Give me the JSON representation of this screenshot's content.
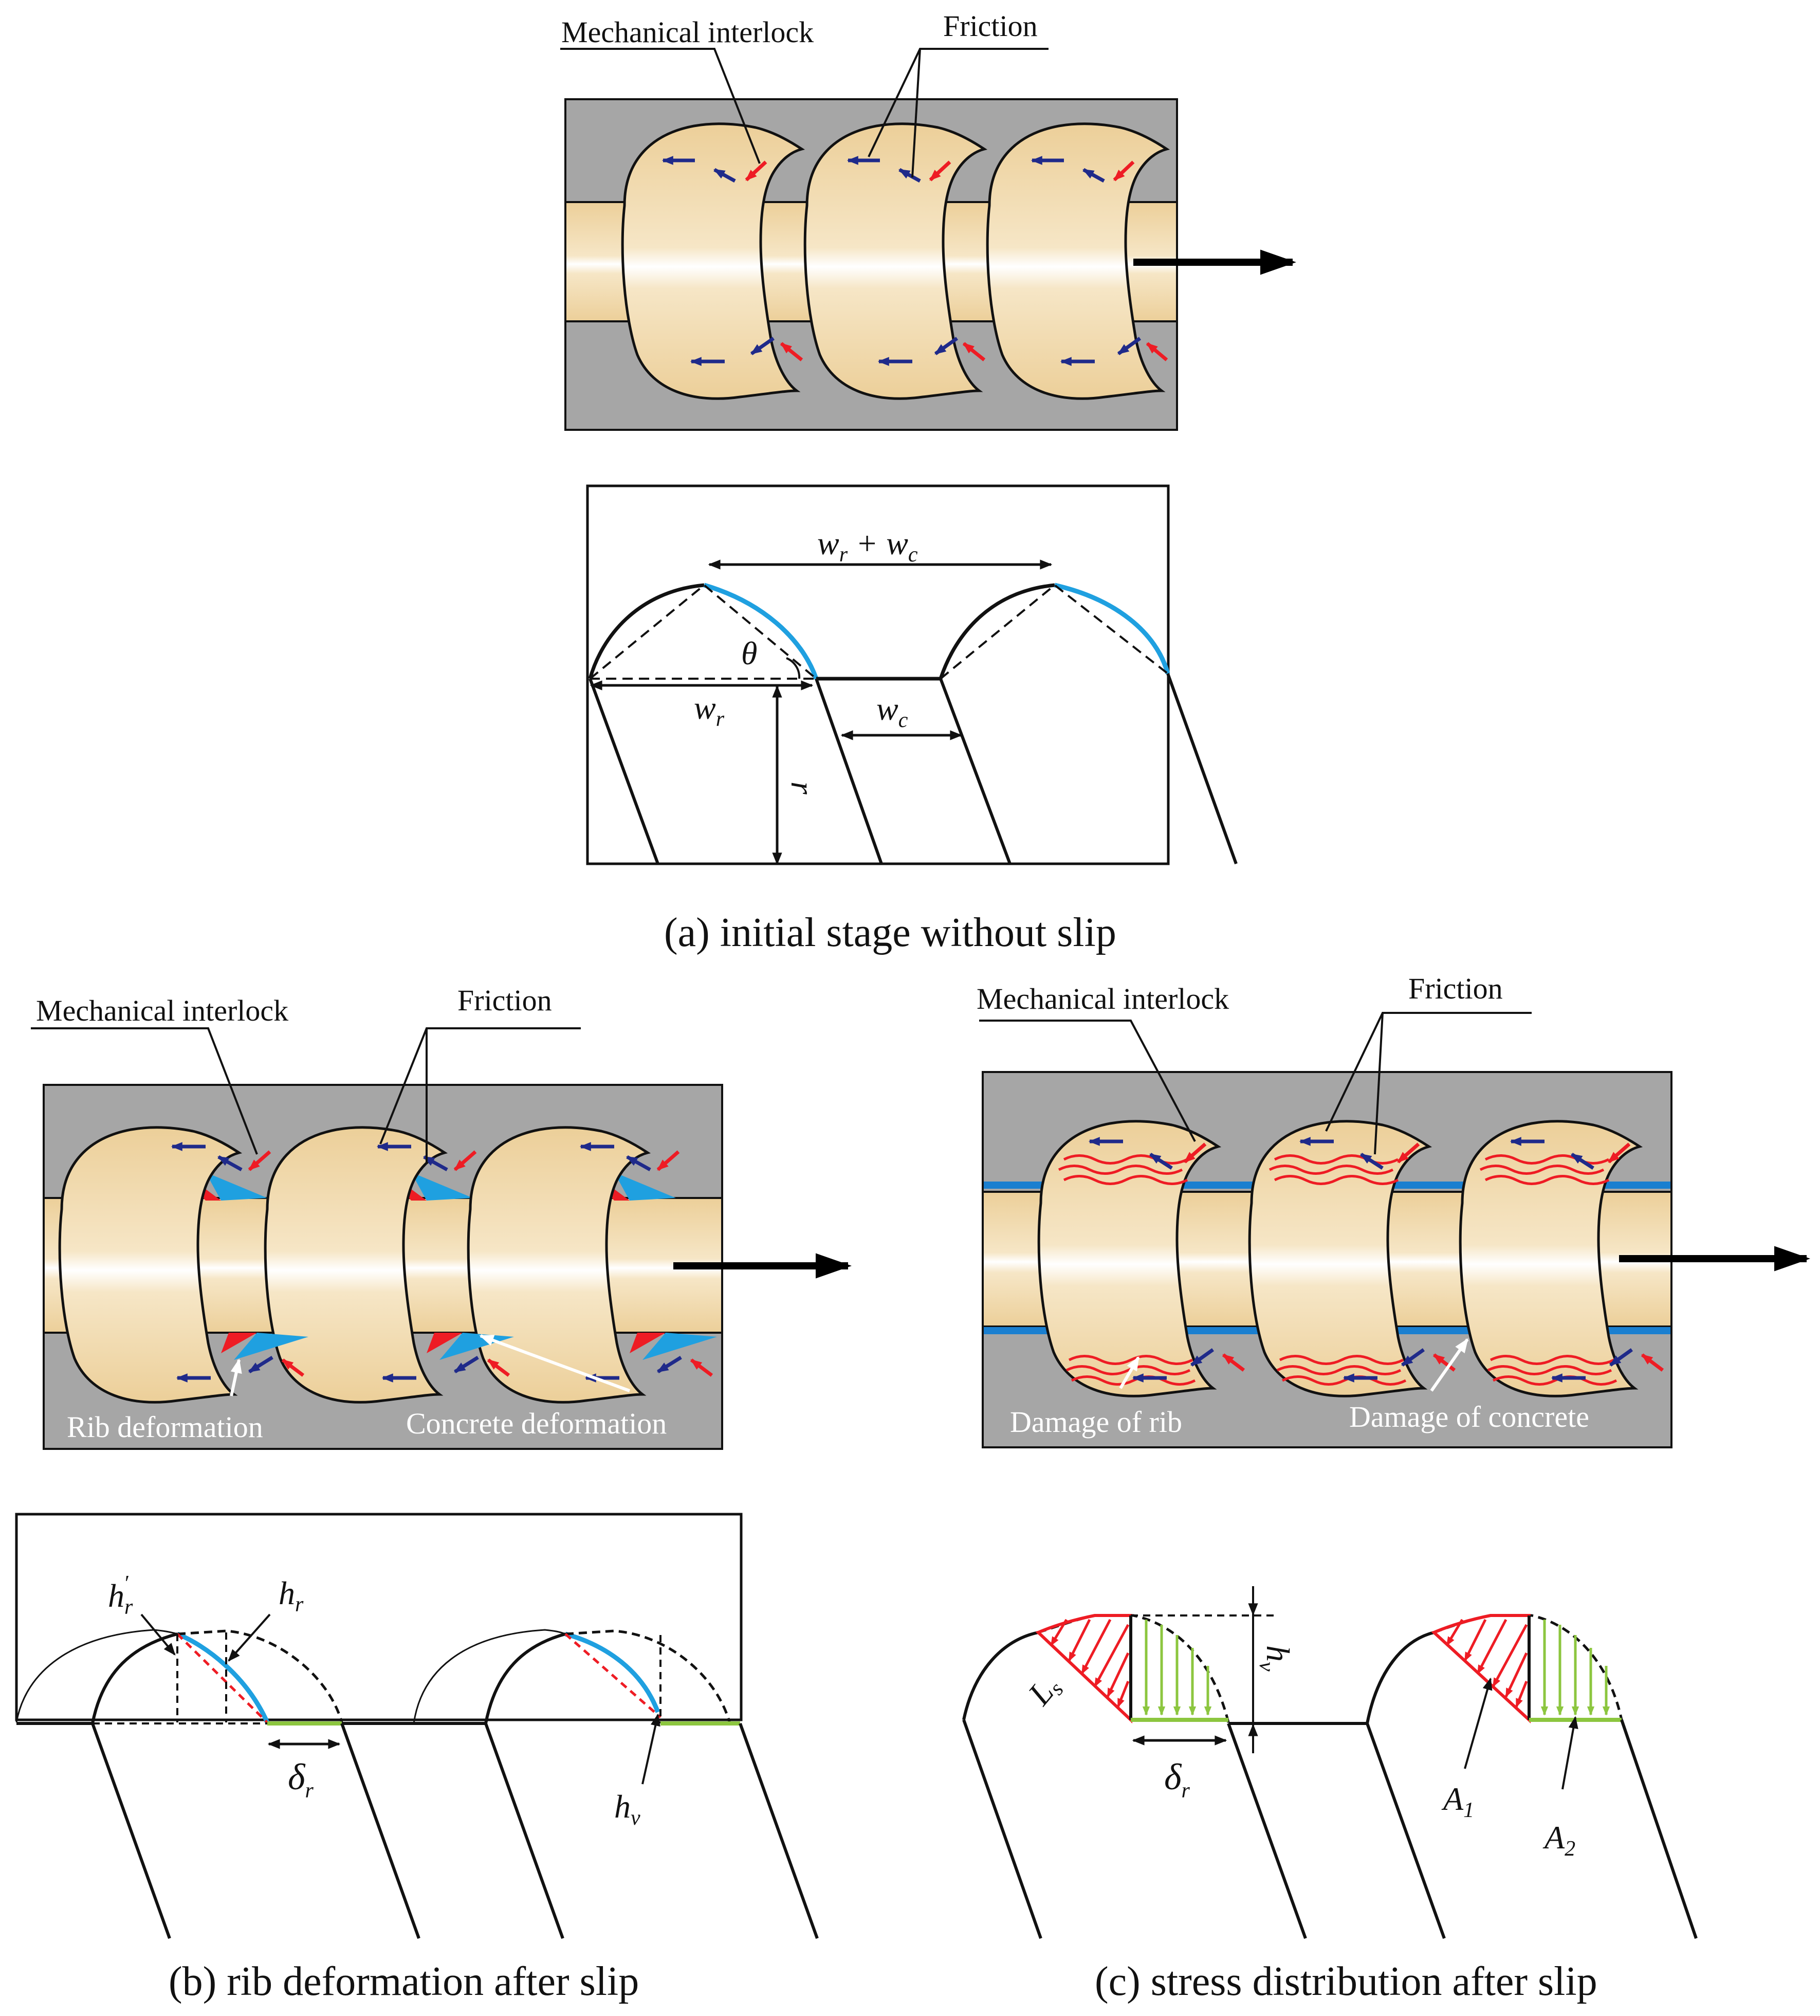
{
  "panel_a": {
    "labels": {
      "mechanical_interlock": "Mechanical interlock",
      "friction": "Friction"
    },
    "symbols": {
      "wr": "w",
      "wr_sub": "r",
      "wc": "w",
      "wc_sub": "c",
      "plus": " + ",
      "theta": "θ",
      "r": "r"
    },
    "caption": "(a) initial stage without slip"
  },
  "panel_b": {
    "labels": {
      "mechanical_interlock": "Mechanical interlock",
      "friction": "Friction",
      "rib_deformation": "Rib deformation",
      "concrete_deformation": "Concrete deformation"
    },
    "symbols": {
      "hr_prime": "h",
      "hr_prime_sub": "r",
      "hr_prime_sup": "′",
      "hr": "h",
      "hr_sub": "r",
      "delta": "δ",
      "delta_sub": "r",
      "hv": "h",
      "hv_sub": "v"
    },
    "caption": "(b) rib deformation after slip"
  },
  "panel_c": {
    "labels": {
      "mechanical_interlock": "Mechanical interlock",
      "friction": "Friction",
      "damage_rib": "Damage of rib",
      "damage_concrete": "Damage  of concrete"
    },
    "symbols": {
      "ls": "L",
      "ls_sub": "s",
      "delta": "δ",
      "delta_sub": "r",
      "hv": "h",
      "hv_sub": "v",
      "a1": "A",
      "a1_sub": "1",
      "a2": "A",
      "a2_sub": "2"
    },
    "caption": "(c) stress distribution after slip"
  },
  "colors": {
    "concrete": "#a6a6a6",
    "bar": "#f0d8a8",
    "rib_edge_blue": "#1fa0e0",
    "force_red": "#ee1c24",
    "force_blue": "#1f2a8a",
    "stress_green": "#8cc63f"
  }
}
